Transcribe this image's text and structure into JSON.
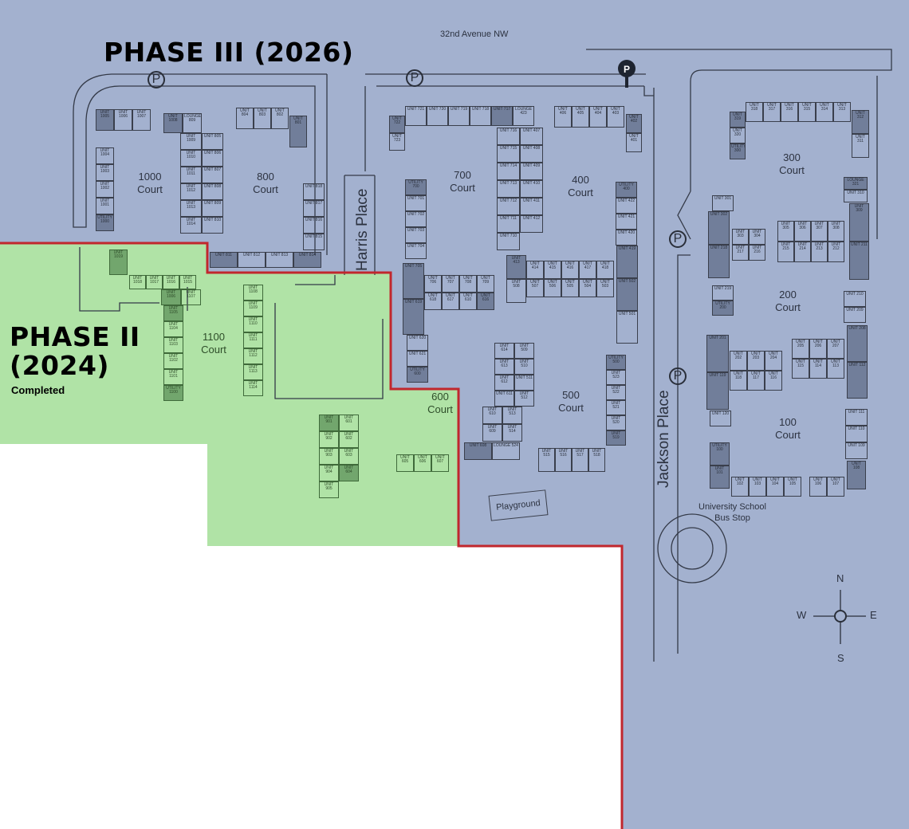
{
  "street": "32nd Avenue NW",
  "roads": {
    "harris": "Harris Place",
    "jackson": "Jackson Place"
  },
  "phases": {
    "phase3": {
      "title": "PHASE III (2026)"
    },
    "phase2": {
      "title": "PHASE II (2024)",
      "status": "Completed"
    }
  },
  "courts": {
    "c1000": {
      "num": "1000",
      "word": "Court"
    },
    "c800": {
      "num": "800",
      "word": "Court"
    },
    "c700": {
      "num": "700",
      "word": "Court"
    },
    "c400": {
      "num": "400",
      "word": "Court"
    },
    "c300": {
      "num": "300",
      "word": "Court"
    },
    "c200": {
      "num": "200",
      "word": "Court"
    },
    "c100": {
      "num": "100",
      "word": "Court"
    },
    "c500": {
      "num": "500",
      "word": "Court"
    },
    "c600": {
      "num": "600",
      "word": "Court"
    },
    "c1100": {
      "num": "1100",
      "word": "Court"
    }
  },
  "parking_symbol": "P",
  "playground": "Playground",
  "bus_stop": {
    "line1": "University School",
    "line2": "Bus Stop"
  },
  "compass": {
    "n": "N",
    "s": "S",
    "e": "E",
    "w": "W"
  },
  "colors": {
    "phase3": "#a3b1cf",
    "phase2": "#b0e3a6",
    "boundary": "#c1272d"
  },
  "units": {
    "c1000_top": [
      "UNIT 1005",
      "UNIT 1006",
      "UNIT 1007"
    ],
    "c1000_left": [
      "UNIT 1004",
      "UNIT 1003",
      "UNIT 1002",
      "UNIT 1001",
      "UTILITY 1000"
    ],
    "c1000_top2": [
      "UNIT 1008",
      "LOUNGE 809"
    ],
    "c1000_col": [
      "UNIT 1009",
      "UNIT 1010",
      "UNIT 1011",
      "UNIT 1012",
      "UNIT 1013",
      "UNIT 1014"
    ],
    "c800_col": [
      "UNIT 805",
      "UNIT 806",
      "UNIT 807",
      "UNIT 808",
      "UNIT 809",
      "UNIT 810"
    ],
    "c800_top": [
      "UNIT 804",
      "UNIT 803",
      "UNIT 802"
    ],
    "c800_801": [
      "UNIT 801"
    ],
    "c800_right": [
      "UNIT 818",
      "UNIT 817",
      "UNIT 816",
      "UNIT 815"
    ],
    "c800_bottom": [
      "UNIT 811",
      "UNIT 812",
      "UNIT 813",
      "UNIT 814"
    ],
    "c700_top": [
      "UNIT 721",
      "UNIT 720",
      "UNIT 719",
      "UNIT 718",
      "UNIT 717",
      "LOUNGE 423"
    ],
    "c700_722": [
      "UNIT 722",
      "UNIT 723"
    ],
    "c700_mid_l": [
      "UNIT 716",
      "UNIT 715",
      "UNIT 714",
      "UNIT 713",
      "UNIT 712",
      "UNIT 711",
      "UNIT 710"
    ],
    "c700_mid_r": [
      "UNIT 407",
      "UNIT 408",
      "UNIT 409",
      "UNIT 410",
      "UNIT 411",
      "UNIT 412"
    ],
    "c400_top": [
      "UNIT 406",
      "UNIT 405",
      "UNIT 404",
      "UNIT 403"
    ],
    "c400_402": [
      "UNIT 402",
      "UNIT 401"
    ],
    "c400_right": [
      "UTILITY 400",
      "UNIT 422",
      "UNIT 421",
      "UNIT 420"
    ],
    "c700_left": [
      "UTILITY 700",
      "UNIT 701",
      "UNIT 702",
      "UNIT 703",
      "UNIT 704"
    ],
    "c700_dark": [
      "UNIT 705",
      "UNIT 619"
    ],
    "c700_row1": [
      "UNIT 706",
      "UNIT 707",
      "UNIT 708",
      "UNIT 709"
    ],
    "c700_row2": [
      "UNIT 618",
      "UNIT 617",
      "UNIT 610",
      "UNIT 616"
    ],
    "c700_bottom": [
      "UNIT 620",
      "UNIT 621",
      "UTILITY 600"
    ],
    "c400_413": [
      "UNIT 413",
      "UNIT 508"
    ],
    "c400_row1": [
      "UNIT 414",
      "UNIT 415",
      "UNIT 416",
      "UNIT 417",
      "UNIT 418"
    ],
    "c400_row2": [
      "UNIT 507",
      "UNIT 506",
      "UNIT 505",
      "UNIT 504",
      "UNIT 503"
    ],
    "c400_dark": [
      "UNIT 419",
      "UNIT 502",
      "UNIT 501"
    ],
    "c500_col_l": [
      "UNIT 614",
      "UNIT 613",
      "UNIT 612",
      "UNIT 611"
    ],
    "c500_col_r": [
      "UNIT 509",
      "UNIT 510",
      "UNIT 511",
      "UNIT 512"
    ],
    "c500_low_l": [
      "UNIT 610",
      "UNIT 609"
    ],
    "c500_low_r": [
      "UNIT 513",
      "UNIT 514"
    ],
    "c500_bot_l": [
      "UNIT 608",
      "LOUNGE 524"
    ],
    "c500_right": [
      "UTILITY 500",
      "UNIT 523",
      "UNIT 522",
      "UNIT 521",
      "UNIT 520",
      "UNIT 519"
    ],
    "c500_bottom": [
      "UNIT 515",
      "UNIT 516",
      "UNIT 517",
      "UNIT 518"
    ],
    "g_1019": [
      "UNIT 1019"
    ],
    "g_row": [
      "UNIT 1018",
      "UNIT 1017",
      "UNIT 1016",
      "UNIT 1015"
    ],
    "g_1006": [
      "UNIT 1006",
      "UNIT 1107"
    ],
    "g_col": [
      "UNIT 1105",
      "UNIT 1104",
      "UNIT 1103",
      "UNIT 1102",
      "UNIT 1101",
      "UTILITY 1100"
    ],
    "g_col2": [
      "UNIT 1108",
      "UNIT 1109",
      "UNIT 1110",
      "UNIT 1111",
      "UNIT 1112",
      "UNIT 1113",
      "UNIT 1114"
    ],
    "g_9": [
      "UNIT 901",
      "UNIT 902",
      "UNIT 903",
      "UNIT 904",
      "UNIT 905"
    ],
    "g_6": [
      "UNIT 601",
      "UNIT 602",
      "UNIT 603",
      "UNIT 604"
    ],
    "g_605": [
      "UNIT 605",
      "UNIT 606",
      "UNIT 607"
    ],
    "c300_top": [
      "UNIT 318",
      "UNIT 317",
      "UNIT 316",
      "UNIT 315",
      "UNIT 314",
      "UNIT 313"
    ],
    "c300_left": [
      "UNIT 319",
      "UNIT 320",
      "UTILITY 300"
    ],
    "c300_right": [
      "UNIT 312",
      "UNIT 311"
    ],
    "c300_lounge": [
      "LOUNGE 321",
      "UNIT 310"
    ],
    "c200_301": [
      "UNIT 301"
    ],
    "c200_dark_l": [
      "UNIT 302",
      "UNIT 218"
    ],
    "c200_g1a": [
      "UNIT 303",
      "UNIT 304"
    ],
    "c200_g1b": [
      "UNIT 217",
      "UNIT 216"
    ],
    "c200_g2a": [
      "UNIT 305",
      "UNIT 306",
      "UNIT 307",
      "UNIT 308"
    ],
    "c200_g2b": [
      "UNIT 215",
      "UNIT 214",
      "UNIT 213",
      "UNIT 212"
    ],
    "c200_dark_r": [
      "UNIT 309",
      "UNIT 211"
    ],
    "c200_219": [
      "UNIT 219",
      "UTILITY 200"
    ],
    "c200_210": [
      "UNIT 210",
      "UNIT 209"
    ],
    "c100_dark_l": [
      "UNIT 201",
      "UNIT 119"
    ],
    "c100_g1a": [
      "UNIT 202",
      "UNIT 203",
      "UNIT 204"
    ],
    "c100_g1b": [
      "UNIT 118",
      "UNIT 117",
      "UNIT 116"
    ],
    "c100_g2a": [
      "UNIT 205",
      "UNIT 206",
      "UNIT 207"
    ],
    "c100_g2b": [
      "UNIT 115",
      "UNIT 114",
      "UNIT 113"
    ],
    "c100_dark_r": [
      "UNIT 208",
      "UNIT 112"
    ],
    "c100_120": [
      "UNIT 120"
    ],
    "c100_101": [
      "UTILITY 100",
      "UNIT 101"
    ],
    "c100_bot1": [
      "UNIT 102",
      "UNIT 103",
      "UNIT 104",
      "UNIT 105"
    ],
    "c100_bot2": [
      "UNIT 106",
      "UNIT 107"
    ],
    "c100_108": [
      "UNIT 108"
    ],
    "c100_right": [
      "UNIT 111",
      "UNIT 110",
      "UNIT 109"
    ]
  }
}
